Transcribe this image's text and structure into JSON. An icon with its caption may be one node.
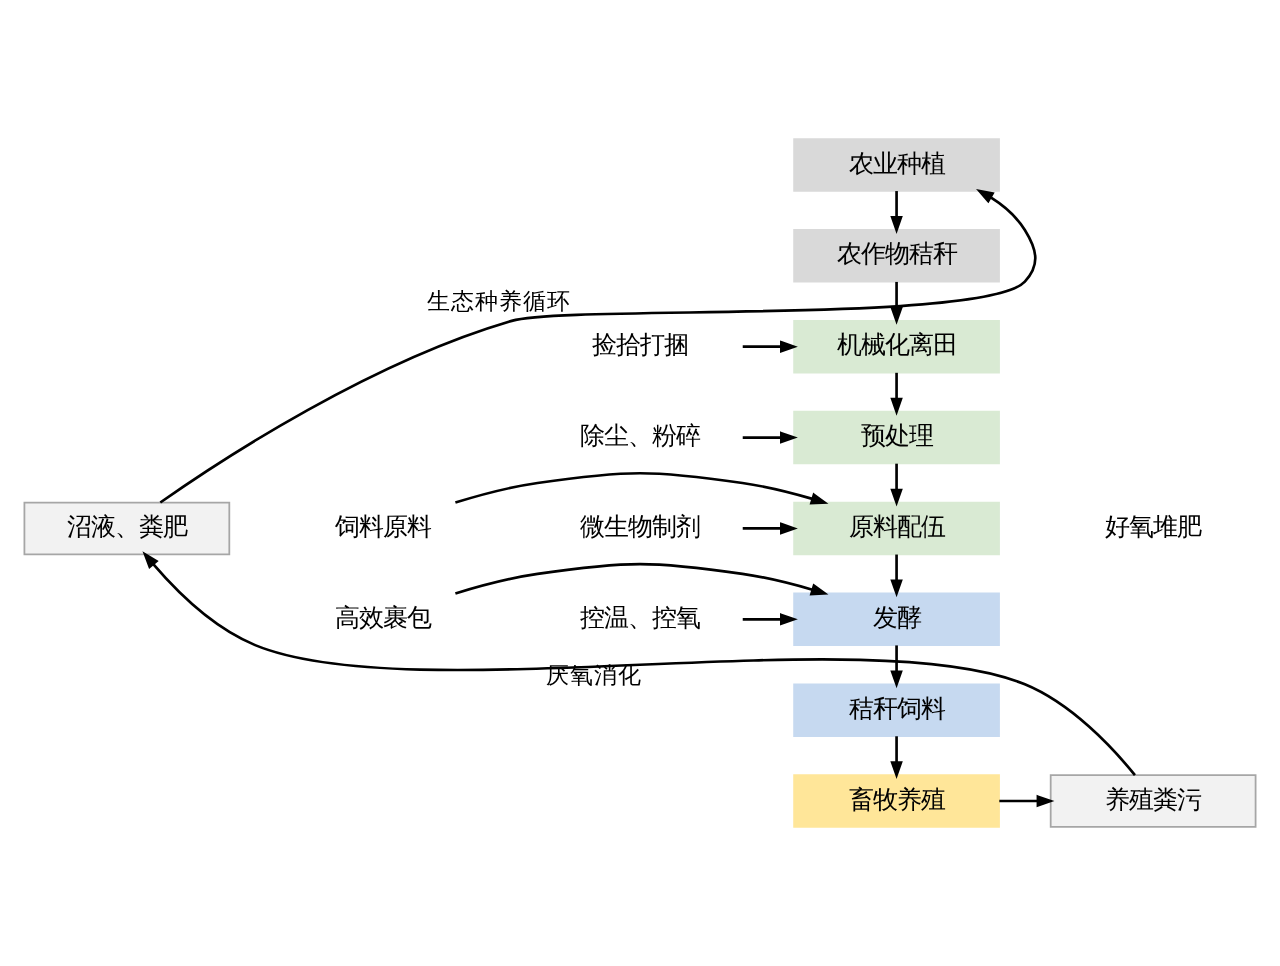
{
  "diagram": {
    "nodes": [
      {
        "text": [
          "农业种植"
        ]
      },
      {
        "text": [
          "农作物秸秆"
        ]
      },
      {
        "text": [
          "机械化离田"
        ]
      },
      {
        "text": [
          "预处理"
        ]
      },
      {
        "text": [
          "原料配伍"
        ]
      },
      {
        "text": [
          "发酵"
        ]
      },
      {
        "text": [
          "秸秆饲料"
        ]
      },
      {
        "text": [
          "畜牧养殖"
        ]
      },
      {
        "text": [
          "养殖粪污"
        ]
      },
      {
        "text": [
          "沼液、粪肥"
        ]
      },
      {
        "text": [
          "捡拾打捆"
        ]
      },
      {
        "text": [
          "除尘、粉碎"
        ]
      },
      {
        "text": [
          "饲料原料"
        ]
      },
      {
        "text": [
          "微生物制剂"
        ]
      },
      {
        "text": [
          "高效裹包"
        ]
      },
      {
        "text": [
          "控温、控氧"
        ]
      }
    ],
    "edges": [
      {
        "from": 0,
        "to": 1,
        "arrow": "to"
      },
      {
        "from": 1,
        "to": 2,
        "arrow": "to"
      },
      {
        "from": 2,
        "to": 3,
        "arrow": "to"
      },
      {
        "from": 3,
        "to": 4,
        "arrow": "to"
      },
      {
        "from": 4,
        "to": 5,
        "arrow": "to"
      },
      {
        "from": 5,
        "to": 6,
        "arrow": "to"
      },
      {
        "from": 6,
        "to": 7,
        "arrow": "to"
      },
      {
        "from": 7,
        "to": 8,
        "arrow": "to"
      },
      {
        "from": 8,
        "to": 9,
        "arrow": "to",
        "label": "厌氧消化"
      },
      {
        "from": 9,
        "to": 0,
        "arrow": "to",
        "label": "生态种养循环"
      },
      {
        "from": 10,
        "to": 2,
        "arrow": "to"
      },
      {
        "from": 11,
        "to": 3,
        "arrow": "to"
      },
      {
        "from": 12,
        "to": 4,
        "arrow": "to"
      },
      {
        "from": 13,
        "to": 4,
        "arrow": "to"
      },
      {
        "from": 14,
        "to": 5,
        "arrow": "to"
      },
      {
        "from": 15,
        "to": 5,
        "arrow": "to"
      }
    ],
    "labels": [
      "好氧堆肥"
    ]
  }
}
